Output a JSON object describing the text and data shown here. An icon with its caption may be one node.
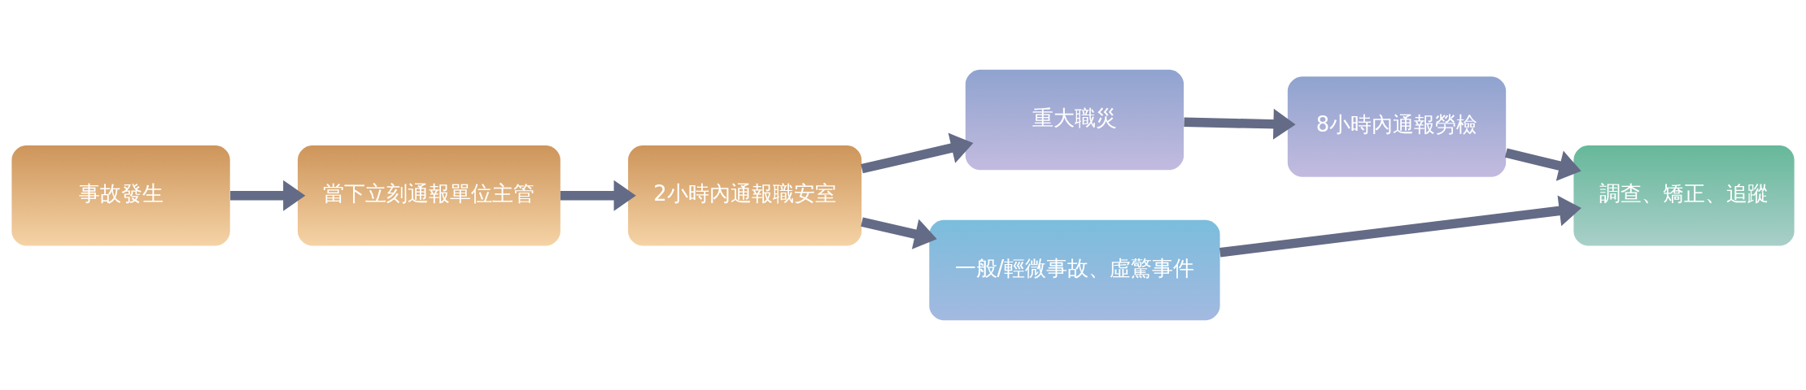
{
  "diagram": {
    "nodes": [
      {
        "text": [
          "事故發生"
        ]
      },
      {
        "text": [
          "當下立刻通報單位主管"
        ]
      },
      {
        "text": [
          "2小時內通報職安室"
        ]
      },
      {
        "text": [
          "重大職災"
        ]
      },
      {
        "text": [
          "8小時內通報勞檢"
        ]
      },
      {
        "text": [
          "一般/輕微事故、虛驚事件"
        ]
      },
      {
        "text": [
          "調查、矯正、追蹤"
        ]
      }
    ],
    "edges": [
      {
        "from": 0,
        "to": 1,
        "arrow": "to"
      },
      {
        "from": 1,
        "to": 2,
        "arrow": "to"
      },
      {
        "from": 2,
        "to": 3,
        "arrow": "to"
      },
      {
        "from": 2,
        "to": 5,
        "arrow": "to"
      },
      {
        "from": 3,
        "to": 4,
        "arrow": "to"
      },
      {
        "from": 4,
        "to": 6,
        "arrow": "to"
      },
      {
        "from": 5,
        "to": 6,
        "arrow": "to"
      }
    ]
  }
}
